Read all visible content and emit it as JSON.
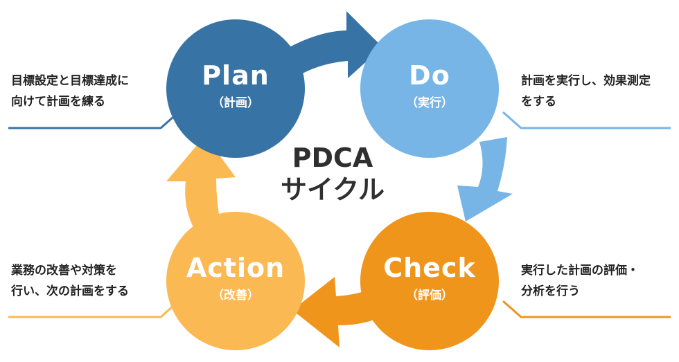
{
  "center_title": {
    "line1": "PDCA",
    "line2": "サイクル"
  },
  "stages": {
    "plan": {
      "title": "Plan",
      "sub": "（計画）",
      "color": "#3873a6",
      "desc": [
        "目標設定と目標達成に",
        "向けて計画を練る"
      ]
    },
    "do": {
      "title": "Do",
      "sub": "（実行）",
      "color": "#76b5e6",
      "desc": [
        "計画を実行し、効果測定",
        "をする"
      ]
    },
    "check": {
      "title": "Check",
      "sub": "（評価）",
      "color": "#ef951c",
      "desc": [
        "実行した計画の評価・",
        "分析を行う"
      ]
    },
    "action": {
      "title": "Action",
      "sub": "（改善）",
      "color": "#fbb954",
      "desc": [
        "業務の改善や対策を",
        "行い、次の計画をする"
      ]
    }
  }
}
